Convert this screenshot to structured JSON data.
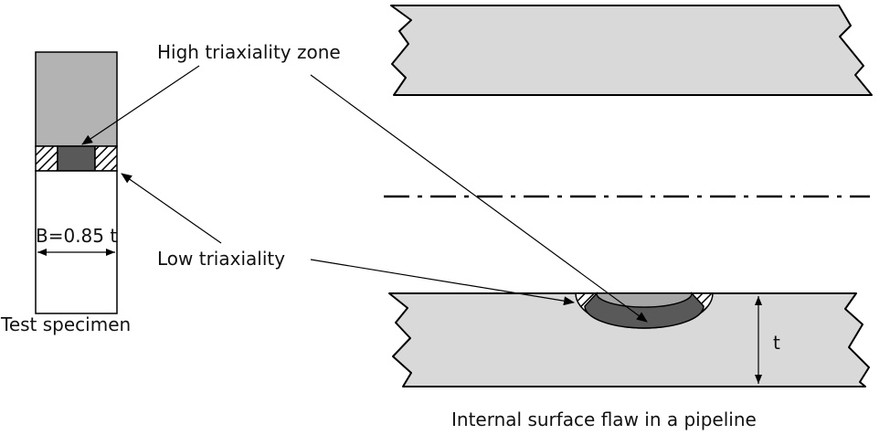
{
  "labels": {
    "high_triaxiality": "High triaxiality zone",
    "low_triaxiality": "Low triaxiality",
    "thickness_b": "B=0.85 t",
    "test_specimen": "Test specimen",
    "thickness_t": "t",
    "pipeline_caption": "Internal surface flaw in a pipeline"
  },
  "colors": {
    "background": "#ffffff",
    "specimen_gray": "#b3b3b3",
    "pipe_wall_gray": "#d9d9d9",
    "flaw_dark": "#595959",
    "flaw_light": "#a6a6a6",
    "outline": "#000000"
  }
}
